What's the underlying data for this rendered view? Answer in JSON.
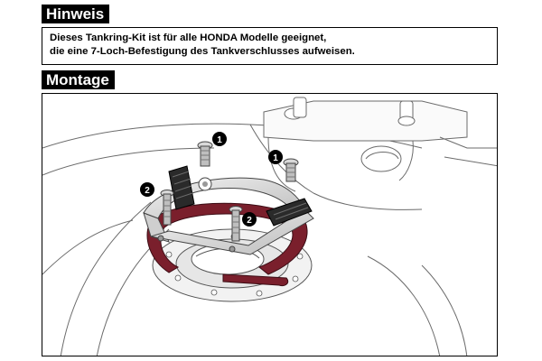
{
  "hinweis": {
    "heading": "Hinweis",
    "lines": [
      "Dieses Tankring-Kit ist für alle HONDA Modelle geeignet,",
      "die eine 7-Loch-Befestigung des Tankverschlusses aufweisen."
    ]
  },
  "montage": {
    "heading": "Montage",
    "callouts": [
      {
        "number": "1",
        "part": "screw"
      },
      {
        "number": "1",
        "part": "screw"
      },
      {
        "number": "2",
        "part": "long-screw"
      },
      {
        "number": "2",
        "part": "long-screw"
      }
    ]
  },
  "colors": {
    "label_bg": "#000000",
    "label_text": "#ffffff",
    "ring_red": "#7a1f2c",
    "metal": "#d9d9d9",
    "rubber": "#2a2a2a"
  }
}
